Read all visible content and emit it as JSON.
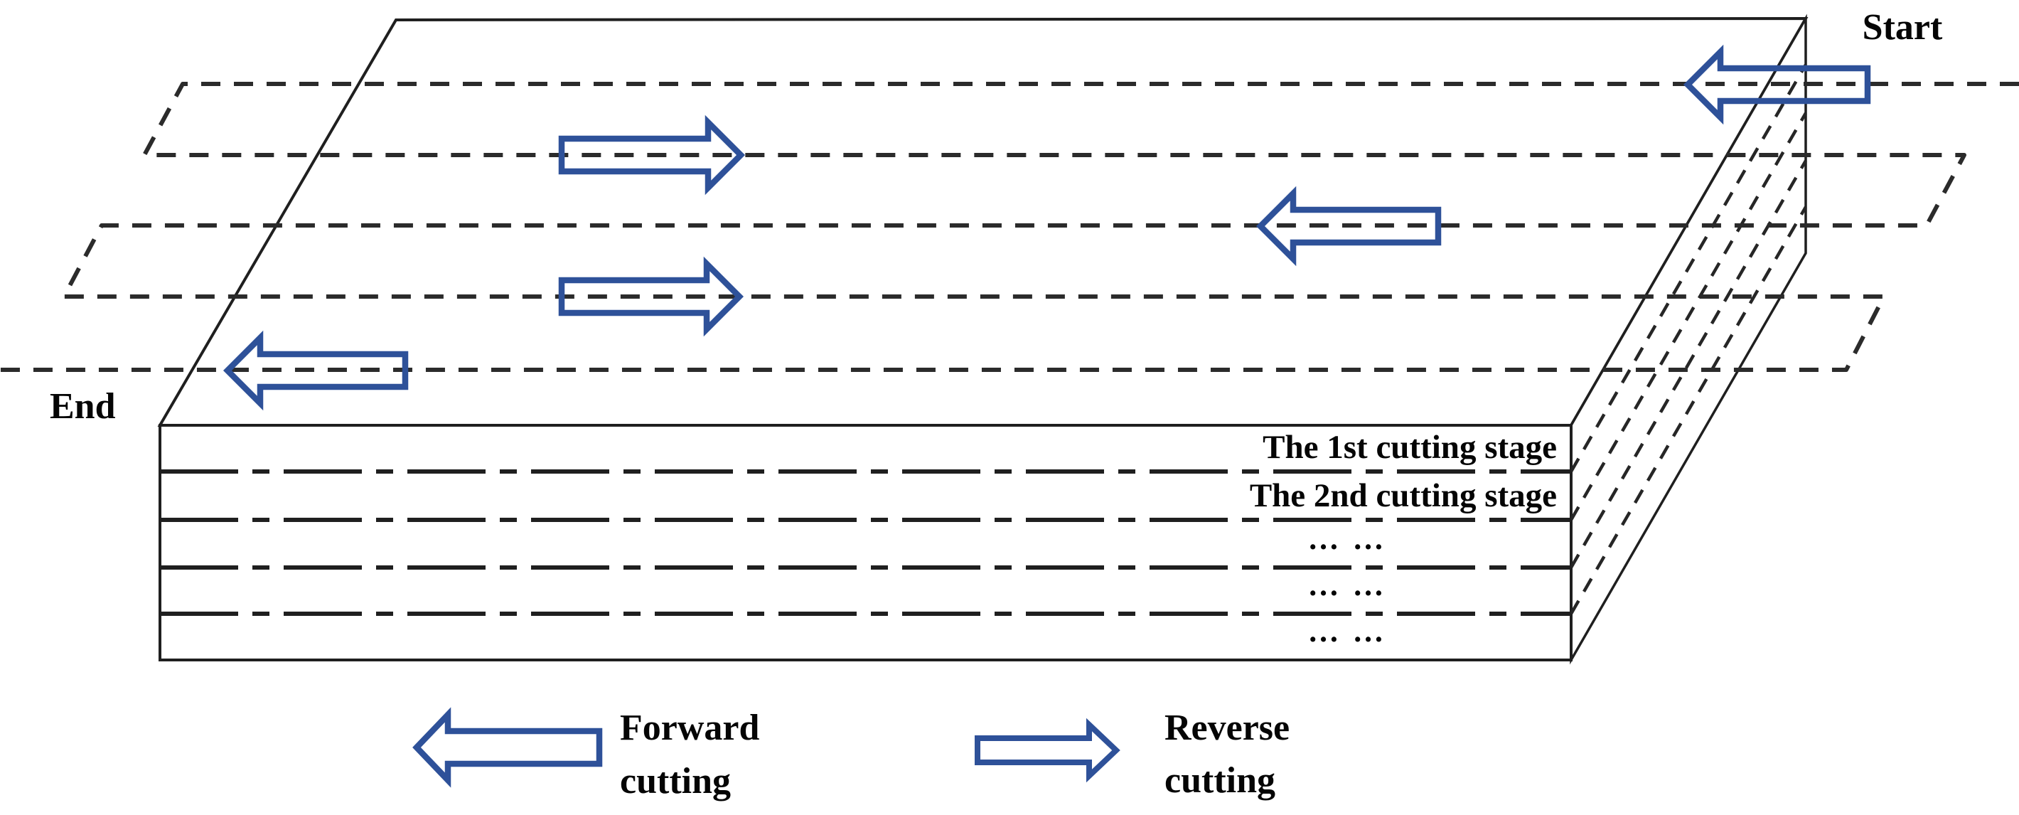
{
  "figure": {
    "start_label": "Start",
    "end_label": "End",
    "front_face": {
      "stage_labels": [
        "The 1st cutting stage",
        "The 2nd cutting stage"
      ],
      "dots_rows": [
        "… …",
        "… …",
        "… …"
      ]
    },
    "legend": {
      "forward": {
        "line1": "Forward",
        "line2": "cutting"
      },
      "reverse": {
        "line1": "Reverse",
        "line2": "cutting"
      }
    },
    "colors": {
      "arrow_blue": "#2e5199",
      "line_dark": "#1f1f1f",
      "dash_dark": "#2b2b2b",
      "background": "#ffffff"
    }
  }
}
